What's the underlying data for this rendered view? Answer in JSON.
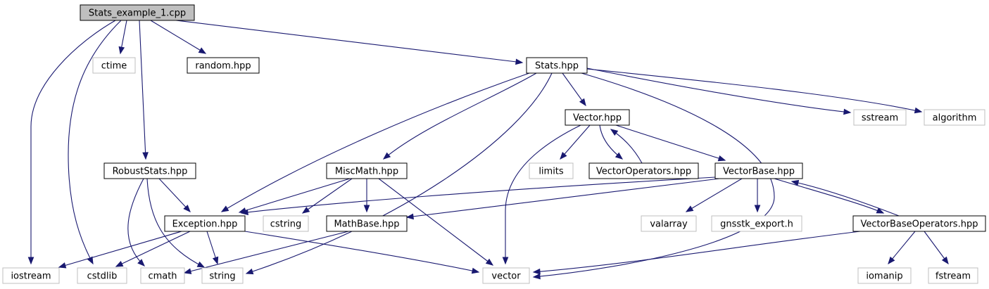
{
  "graph": {
    "colors": {
      "edge": "#191970",
      "root_fill": "#bfbfbf",
      "system_border": "#bfbfbf",
      "local_border": "#000000"
    },
    "nodes": [
      {
        "id": "stats_example",
        "label": "Stats_example_1.cpp",
        "kind": "root"
      },
      {
        "id": "ctime",
        "label": "ctime",
        "kind": "system"
      },
      {
        "id": "random",
        "label": "random.hpp",
        "kind": "local"
      },
      {
        "id": "stats",
        "label": "Stats.hpp",
        "kind": "local"
      },
      {
        "id": "vector_hpp",
        "label": "Vector.hpp",
        "kind": "local"
      },
      {
        "id": "sstream",
        "label": "sstream",
        "kind": "system"
      },
      {
        "id": "algorithm",
        "label": "algorithm",
        "kind": "system"
      },
      {
        "id": "robuststats",
        "label": "RobustStats.hpp",
        "kind": "local"
      },
      {
        "id": "miscmath",
        "label": "MiscMath.hpp",
        "kind": "local"
      },
      {
        "id": "limits",
        "label": "limits",
        "kind": "system"
      },
      {
        "id": "vectoroperators",
        "label": "VectorOperators.hpp",
        "kind": "local"
      },
      {
        "id": "vectorbase",
        "label": "VectorBase.hpp",
        "kind": "local"
      },
      {
        "id": "exception",
        "label": "Exception.hpp",
        "kind": "local"
      },
      {
        "id": "cstring",
        "label": "cstring",
        "kind": "system"
      },
      {
        "id": "mathbase",
        "label": "MathBase.hpp",
        "kind": "local"
      },
      {
        "id": "valarray",
        "label": "valarray",
        "kind": "system"
      },
      {
        "id": "gnsstk_export",
        "label": "gnsstk_export.h",
        "kind": "system"
      },
      {
        "id": "vectorbaseoperators",
        "label": "VectorBaseOperators.hpp",
        "kind": "local"
      },
      {
        "id": "iostream",
        "label": "iostream",
        "kind": "system"
      },
      {
        "id": "cstdlib",
        "label": "cstdlib",
        "kind": "system"
      },
      {
        "id": "cmath",
        "label": "cmath",
        "kind": "system"
      },
      {
        "id": "string",
        "label": "string",
        "kind": "system"
      },
      {
        "id": "vector",
        "label": "vector",
        "kind": "system"
      },
      {
        "id": "iomanip",
        "label": "iomanip",
        "kind": "system"
      },
      {
        "id": "fstream",
        "label": "fstream",
        "kind": "system"
      }
    ],
    "edges": [
      {
        "from": "stats_example",
        "to": "ctime"
      },
      {
        "from": "stats_example",
        "to": "random"
      },
      {
        "from": "stats_example",
        "to": "stats"
      },
      {
        "from": "stats_example",
        "to": "robuststats"
      },
      {
        "from": "stats_example",
        "to": "iostream"
      },
      {
        "from": "stats_example",
        "to": "cstdlib"
      },
      {
        "from": "stats",
        "to": "vector_hpp"
      },
      {
        "from": "stats",
        "to": "sstream"
      },
      {
        "from": "stats",
        "to": "algorithm"
      },
      {
        "from": "stats",
        "to": "miscmath"
      },
      {
        "from": "stats",
        "to": "exception"
      },
      {
        "from": "stats",
        "to": "string"
      },
      {
        "from": "stats",
        "to": "vector"
      },
      {
        "from": "vector_hpp",
        "to": "limits"
      },
      {
        "from": "vector_hpp",
        "to": "vectoroperators"
      },
      {
        "from": "vectoroperators",
        "to": "vector_hpp"
      },
      {
        "from": "vector_hpp",
        "to": "vectorbase"
      },
      {
        "from": "vector_hpp",
        "to": "vector"
      },
      {
        "from": "robuststats",
        "to": "exception"
      },
      {
        "from": "robuststats",
        "to": "cmath"
      },
      {
        "from": "robuststats",
        "to": "string"
      },
      {
        "from": "miscmath",
        "to": "exception"
      },
      {
        "from": "miscmath",
        "to": "cstring"
      },
      {
        "from": "miscmath",
        "to": "mathbase"
      },
      {
        "from": "miscmath",
        "to": "vector"
      },
      {
        "from": "vectorbase",
        "to": "exception"
      },
      {
        "from": "vectorbase",
        "to": "mathbase"
      },
      {
        "from": "vectorbase",
        "to": "valarray"
      },
      {
        "from": "vectorbase",
        "to": "gnsstk_export"
      },
      {
        "from": "vectorbase",
        "to": "vectorbaseoperators"
      },
      {
        "from": "vectorbaseoperators",
        "to": "vectorbase"
      },
      {
        "from": "vectorbaseoperators",
        "to": "vector"
      },
      {
        "from": "vectorbaseoperators",
        "to": "iomanip"
      },
      {
        "from": "vectorbaseoperators",
        "to": "fstream"
      },
      {
        "from": "exception",
        "to": "iostream"
      },
      {
        "from": "exception",
        "to": "cstdlib"
      },
      {
        "from": "exception",
        "to": "string"
      },
      {
        "from": "exception",
        "to": "vector"
      },
      {
        "from": "mathbase",
        "to": "cmath"
      }
    ]
  }
}
